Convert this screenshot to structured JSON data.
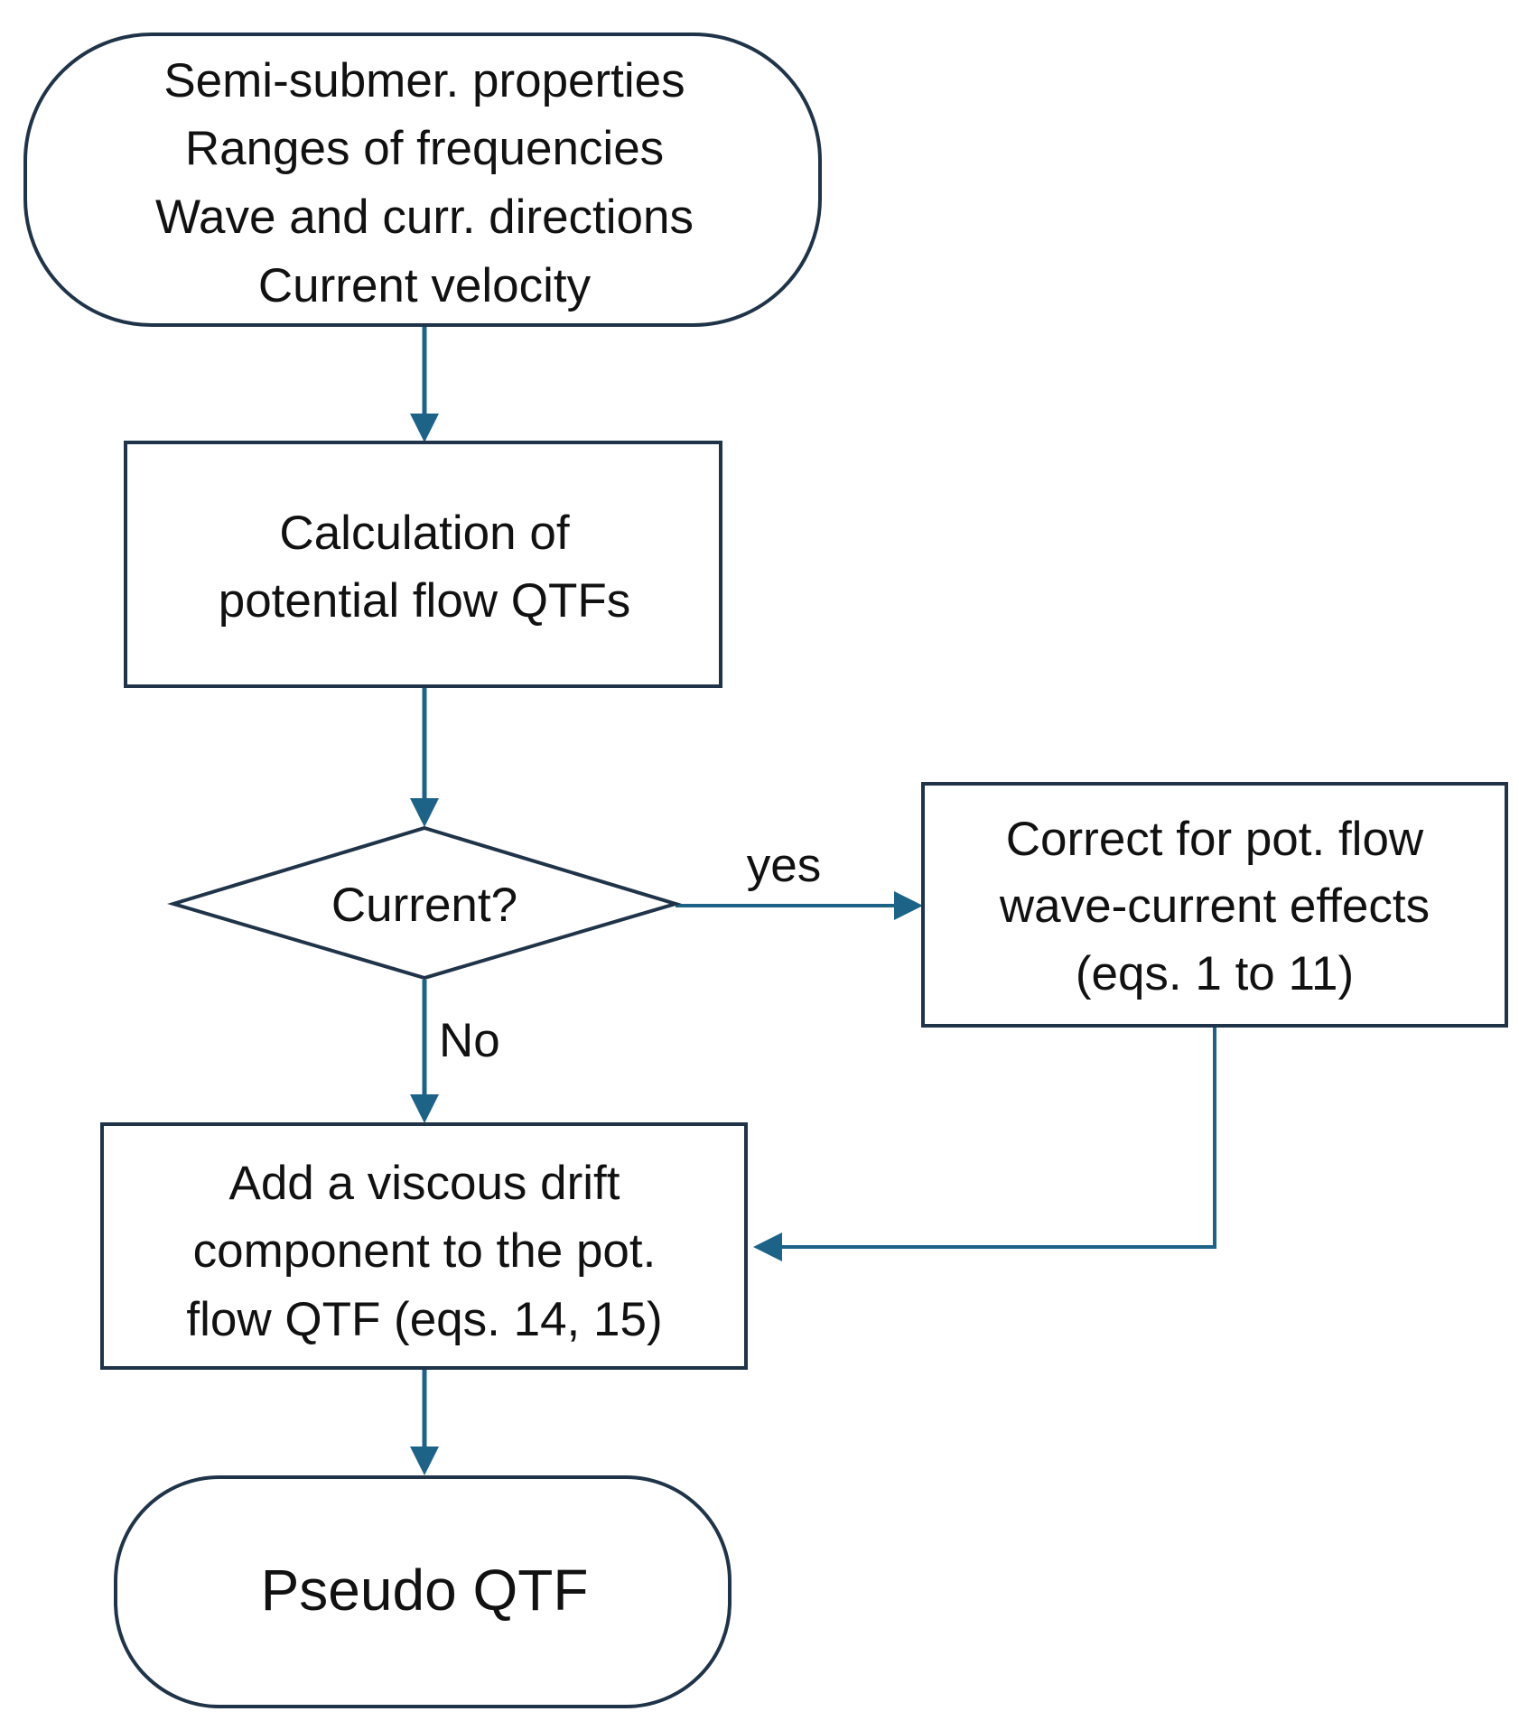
{
  "diagram": {
    "nodes": {
      "inputs": {
        "lines": [
          "Semi-submer. properties",
          "Ranges of frequencies",
          "Wave and curr. directions",
          "Current velocity"
        ]
      },
      "calc": {
        "lines": [
          "Calculation of",
          "potential flow QTFs"
        ]
      },
      "decision": {
        "lines": [
          "Current?"
        ]
      },
      "correct": {
        "lines": [
          "Correct for pot. flow",
          "wave-current effects",
          "(eqs. 1 to 11)"
        ]
      },
      "viscous": {
        "lines": [
          "Add a viscous drift",
          "component to the pot.",
          "flow QTF (eqs. 14, 15)"
        ]
      },
      "output": {
        "lines": [
          "Pseudo QTF"
        ]
      }
    },
    "edges": {
      "yes_label": "yes",
      "no_label": "No"
    },
    "colors": {
      "arrow": "#1d6388",
      "border": "#1f3448",
      "text": "#111111"
    }
  }
}
